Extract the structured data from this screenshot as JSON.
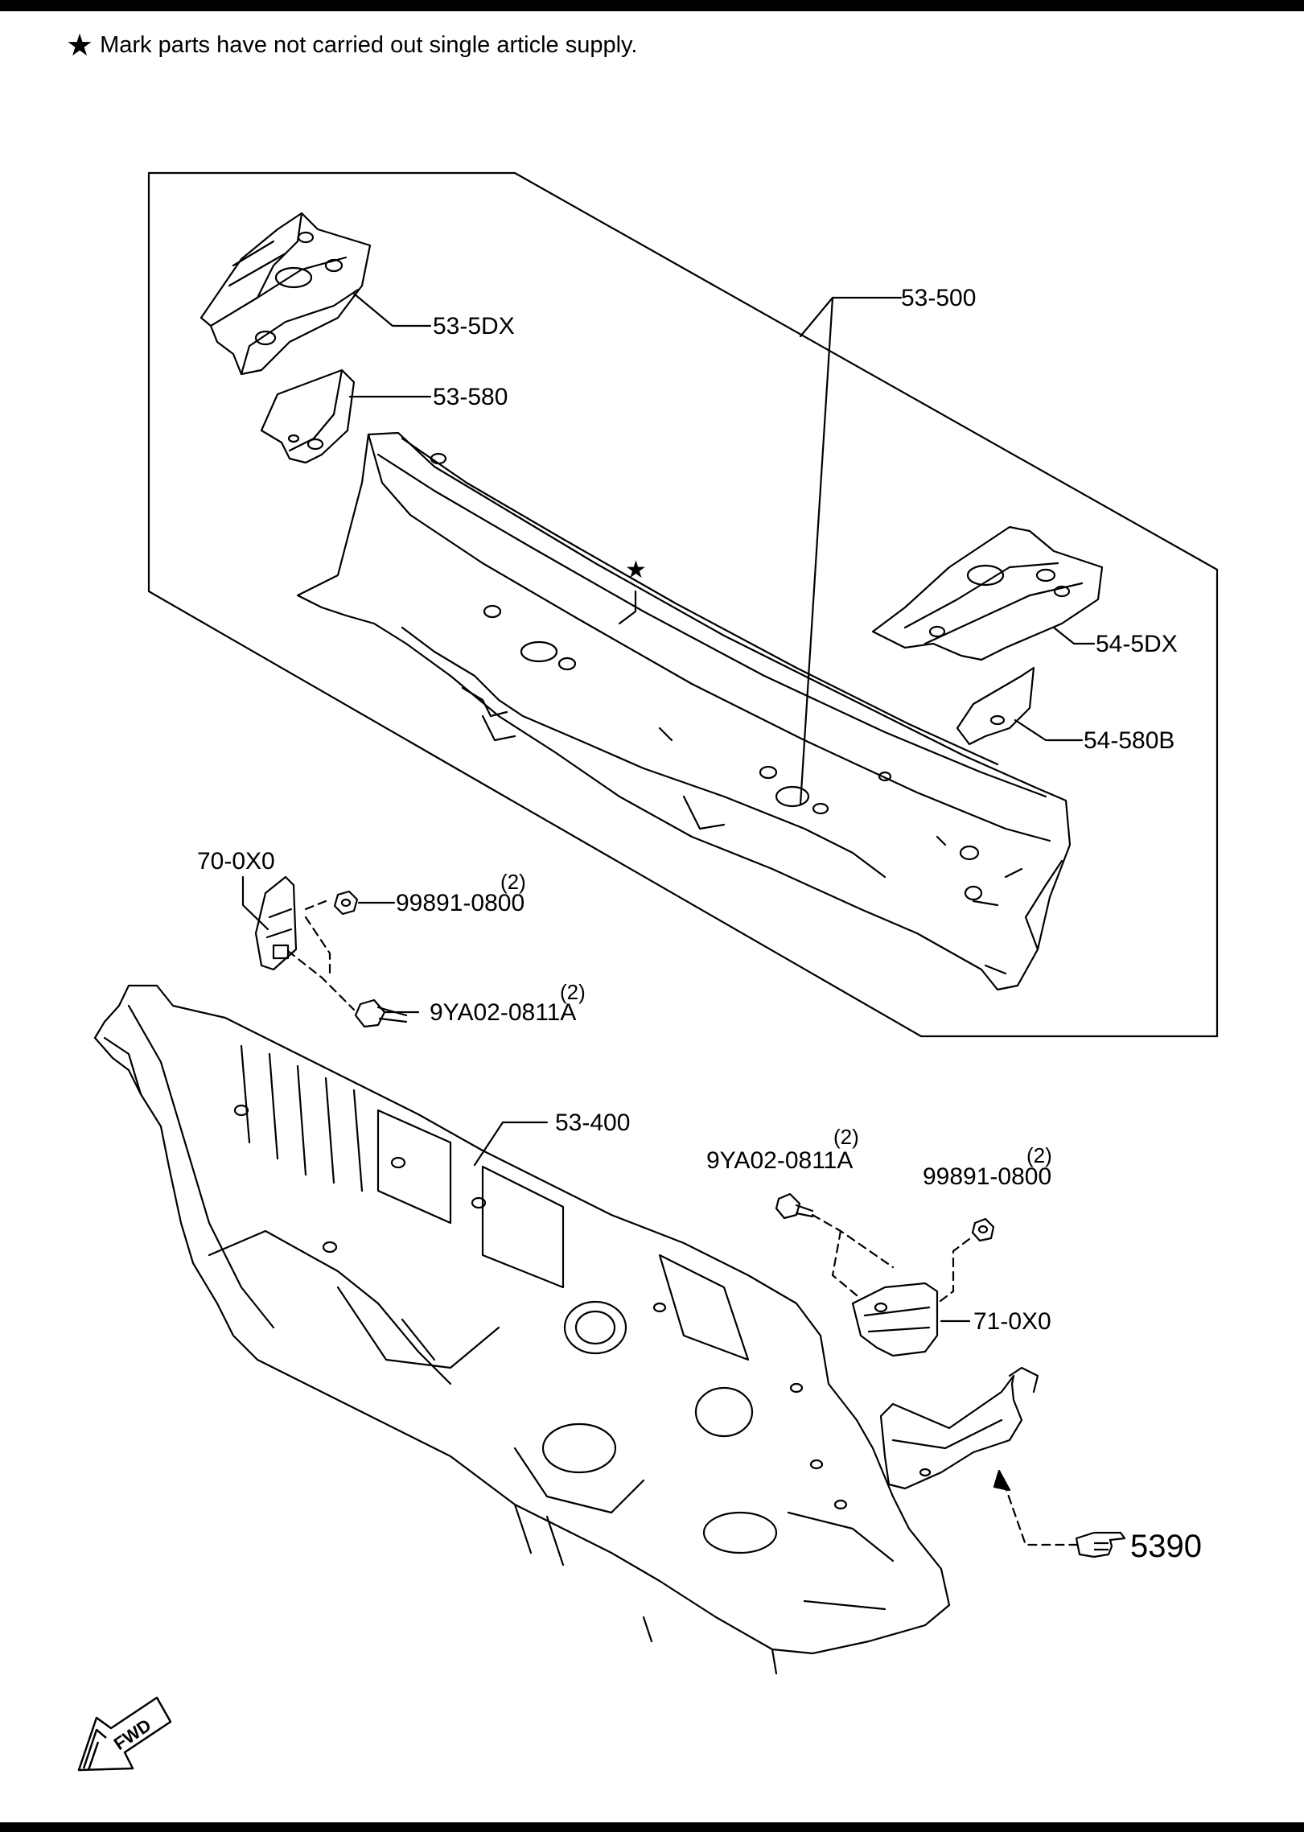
{
  "notice": {
    "symbol": "★",
    "text": "Mark parts have not carried out single article supply."
  },
  "callouts": [
    {
      "id": "53-500",
      "label": "53-500"
    },
    {
      "id": "53-5DX",
      "label": "53-5DX"
    },
    {
      "id": "53-580",
      "label": "53-580"
    },
    {
      "id": "54-5DX",
      "label": "54-5DX"
    },
    {
      "id": "54-580B",
      "label": "54-580B"
    },
    {
      "id": "70-0X0",
      "label": "70-0X0"
    },
    {
      "id": "99891-0800-a",
      "label": "99891-0800",
      "qty": "(2)"
    },
    {
      "id": "9YA02-0811A-a",
      "label": "9YA02-0811A",
      "qty": "(2)"
    },
    {
      "id": "53-400",
      "label": "53-400"
    },
    {
      "id": "9YA02-0811A-b",
      "label": "9YA02-0811A",
      "qty": "(2)"
    },
    {
      "id": "99891-0800-b",
      "label": "99891-0800",
      "qty": "(2)"
    },
    {
      "id": "71-0X0",
      "label": "71-0X0"
    }
  ],
  "star_marker": "★",
  "reference": {
    "label": "5390",
    "icon": "pointing-hand-icon"
  },
  "fwd": {
    "label": "FWD",
    "icon": "forward-arrow-icon"
  }
}
